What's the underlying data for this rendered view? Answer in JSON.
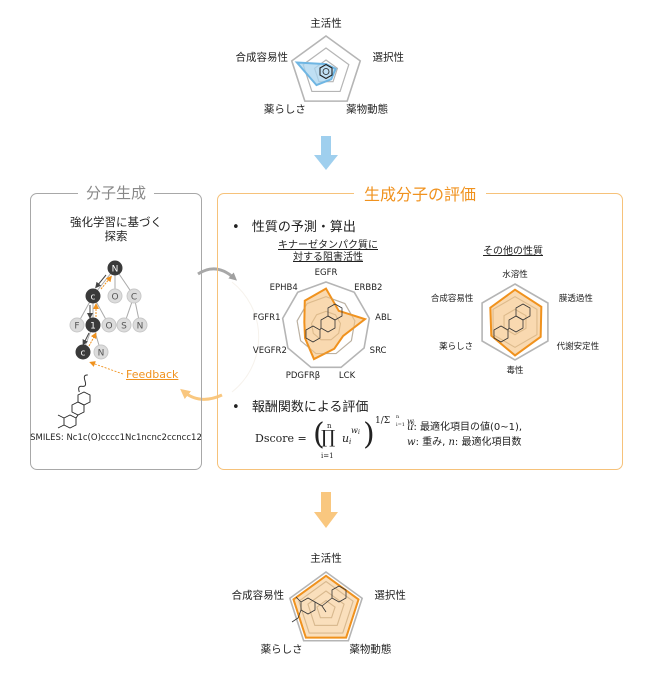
{
  "colors": {
    "initial_fill": "#a9d4ef",
    "initial_stroke": "#6fb6e3",
    "accent_orange": "#f0921e",
    "orange_fill": "#f7c98f",
    "grid_gray": "#b5b5b5",
    "gen_box_border": "#a8a8a8",
    "eval_box_border": "#f6c27a",
    "arrow_blue": "#9fcfee",
    "arrow_orange": "#f9c77f"
  },
  "top_radar": {
    "axes": [
      "主活性",
      "選択性",
      "薬物動態",
      "薬らしさ",
      "合成容易性"
    ],
    "values": [
      0.22,
      0.28,
      0.25,
      0.45,
      0.85
    ],
    "molecule_icon": "benzene-ring-icon"
  },
  "generation_box": {
    "title": "分子生成",
    "subtitle_lines": [
      "強化学習に基づく",
      "探索"
    ],
    "tree_nodes": {
      "root": "N",
      "level1": [
        "c",
        "O",
        "C"
      ],
      "level2": [
        "F",
        "1",
        "O",
        "S",
        "N"
      ],
      "level3": [
        "c",
        "N"
      ]
    },
    "feedback_label": "Feedback",
    "smiles_label": "SMILES: Nc1c(O)cccc1Nc1ncnc2ccncc12"
  },
  "evaluation_box": {
    "title": "生成分子の評価",
    "section1_bullet": "•",
    "section1_title": "性質の予測・算出",
    "kinase_heading_lines": [
      "キナーゼタンパク質に",
      "対する阻害活性"
    ],
    "other_heading": "その他の性質",
    "kinase_radar": {
      "axes": [
        "EGFR",
        "ERBB2",
        "ABL",
        "SRC",
        "LCK",
        "PDGFRβ",
        "VEGFR2",
        "FGFR1",
        "EPHB4"
      ],
      "values": [
        0.85,
        0.45,
        0.9,
        0.45,
        0.55,
        0.8,
        0.55,
        0.5,
        0.75
      ]
    },
    "other_radar": {
      "axes": [
        "水溶性",
        "膜透過性",
        "代謝安定性",
        "毒性",
        "薬らしさ",
        "合成容易性"
      ],
      "values": [
        0.85,
        0.8,
        0.78,
        0.88,
        0.72,
        0.75
      ]
    },
    "section2_bullet": "•",
    "section2_title": "報酬関数による評価",
    "formula": {
      "lhs": "Dscore =",
      "product_upper": "n",
      "product_lower": "i=1",
      "term": "u",
      "term_sub": "i",
      "term_sup": "w",
      "term_sup_sub": "i",
      "exponent": "1/Σ",
      "exponent_upper": "n",
      "exponent_lower": "i=1",
      "exponent_tail": "w",
      "exponent_tail_sub": "i"
    },
    "legend_line1_var": "u",
    "legend_line1_text": ": 最適化項目の値(0~1),",
    "legend_line2_var": "w",
    "legend_line2_text": ": 重み, ",
    "legend_line2_var2": "n",
    "legend_line2_text2": ": 最適化項目数"
  },
  "bottom_radar": {
    "axes": [
      "主活性",
      "選択性",
      "薬物動態",
      "薬らしさ",
      "合成容易性"
    ],
    "values": [
      0.9,
      0.9,
      0.9,
      0.9,
      0.9
    ]
  }
}
